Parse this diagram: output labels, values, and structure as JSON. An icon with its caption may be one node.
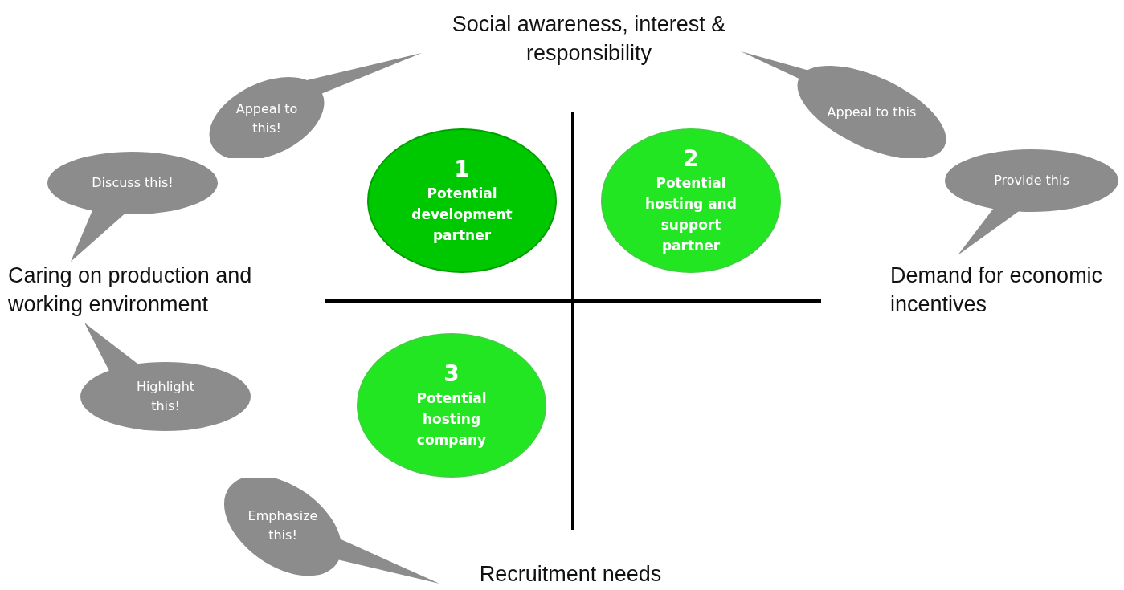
{
  "diagram": {
    "nodes": [
      {
        "text": [
          "1",
          "Potential development partner"
        ]
      },
      {
        "text": [
          "2",
          "Potential hosting and support partner"
        ]
      },
      {
        "text": [
          "3",
          "Potential hosting company"
        ]
      },
      {
        "text": [
          "Appeal to this!"
        ]
      },
      {
        "text": [
          "Appeal to this"
        ]
      },
      {
        "text": [
          "Discuss this!"
        ]
      },
      {
        "text": [
          "Provide this"
        ]
      },
      {
        "text": [
          "Highlight this!"
        ]
      },
      {
        "text": [
          "Emphasize this!"
        ]
      }
    ],
    "labels": [
      "Social awareness, interest & responsibility",
      "Caring on production and working environment",
      "Demand for economic incentives",
      "Recruitment needs"
    ]
  }
}
